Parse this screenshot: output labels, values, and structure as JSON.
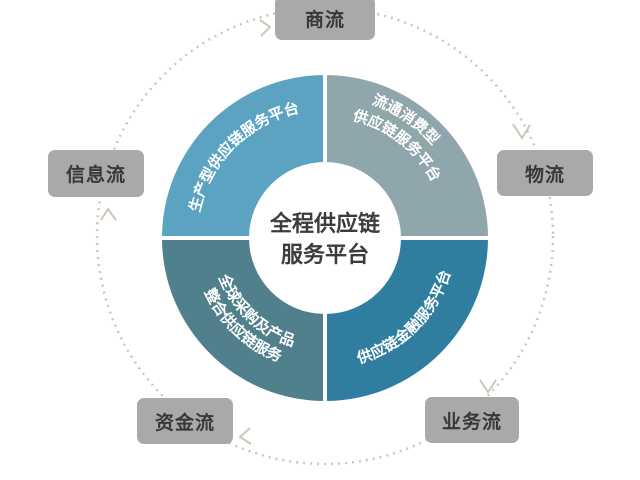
{
  "center": {
    "line1": "全程供应链",
    "line2": "服务平台"
  },
  "segments": {
    "top_left": {
      "text": "生产型供应链服务平台",
      "color": "#5ba3c1"
    },
    "top_right": {
      "line1": "流通消费型",
      "line2": "供应链服务平台",
      "color": "#8fa6ad"
    },
    "bottom_left": {
      "line1": "全球采购及产品",
      "line2": "整合供应链服务",
      "color": "#4f808b"
    },
    "bottom_right": {
      "text": "供应链金融服务平台",
      "color": "#2f7e9f"
    }
  },
  "flows": {
    "commerce": "商流",
    "logistics": "物流",
    "business": "业务流",
    "capital": "资金流",
    "information": "信息流"
  },
  "colors": {
    "box": "#a9a9a9",
    "dotted": "#cfc6bb"
  }
}
